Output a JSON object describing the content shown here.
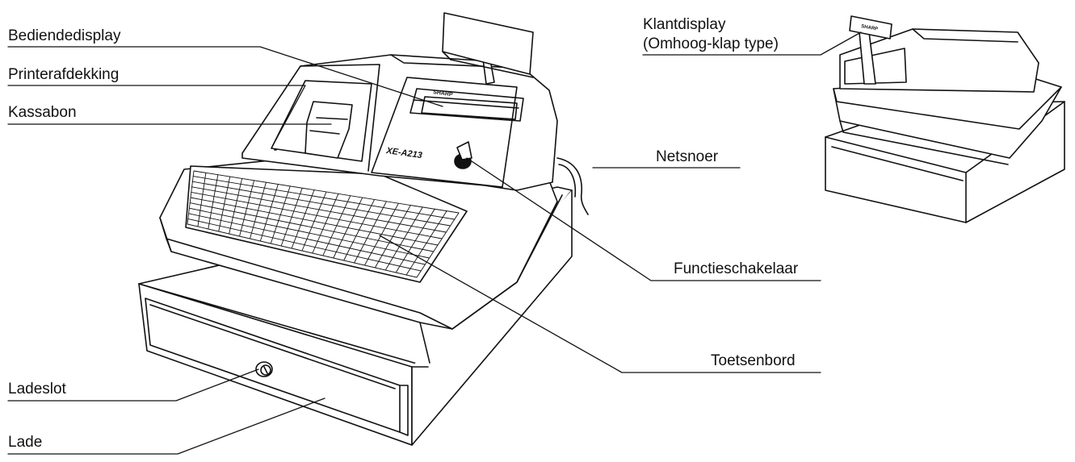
{
  "labels": {
    "bediendedisplay": "Bediendedisplay",
    "printerafdekking": "Printerafdekking",
    "kassabon": "Kassabon",
    "ladeslot": "Ladeslot",
    "lade": "Lade",
    "klantdisplay_line1": "Klantdisplay",
    "klantdisplay_line2": "(Omhoog-klap type)",
    "netsnoer": "Netsnoer",
    "functieschakelaar": "Functieschakelaar",
    "toetsenbord": "Toetsenbord"
  },
  "device": {
    "brand": "SHARP",
    "model": "XE-A213"
  },
  "colors": {
    "ink": "#111111",
    "background": "#ffffff"
  }
}
